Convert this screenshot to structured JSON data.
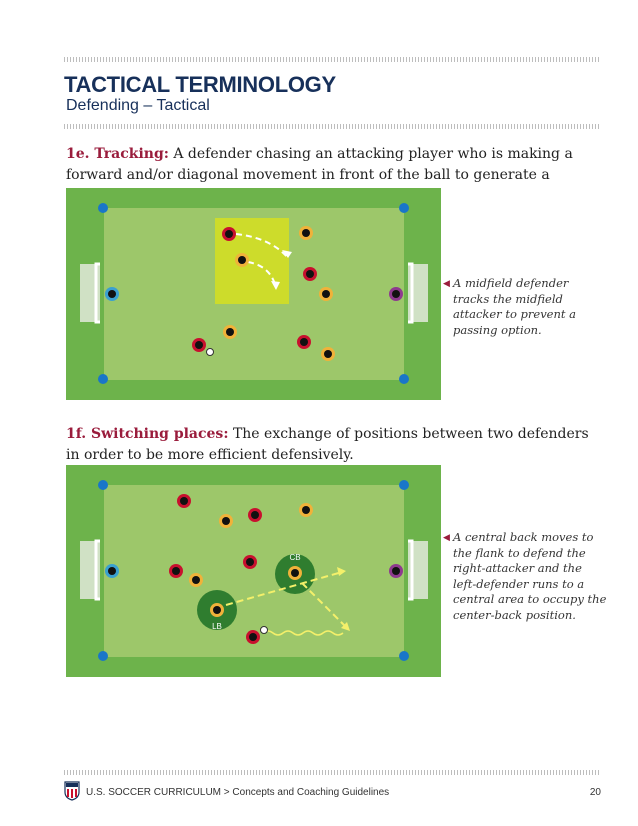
{
  "header": {
    "title": "TACTICAL TERMINOLOGY",
    "subtitle": "Defending – Tactical"
  },
  "sections": [
    {
      "term": "1e. Tracking:",
      "definition": "A defender chasing an attacking player who is making a forward and/or diagonal movement in front of the ball to generate a passing option.",
      "caption": "A midfield defender tracks the midfield attacker to prevent a passing option."
    },
    {
      "term": "1f. Switching places:",
      "definition": "The exchange of positions between two defenders in order to be more efficient defensively.",
      "caption": "A central back moves to the flank to defend the right-attacker and the left-defender runs to a central area to occupy the center-back position.",
      "labels": {
        "cb": "CB",
        "lb": "LB"
      }
    }
  ],
  "footer": {
    "text": "U.S. SOCCER CURRICULUM > Concepts and Coaching Guidelines",
    "page_number": "20"
  },
  "colors": {
    "title": "#17305a",
    "term": "#9a1c3c",
    "pitch_outer": "#6db34b",
    "pitch_inner": "#9dc76a",
    "highlight_zone": "#cddc2b",
    "defender": "#c8102e",
    "attacker": "#f0b23a",
    "marker": "#1976c9"
  }
}
